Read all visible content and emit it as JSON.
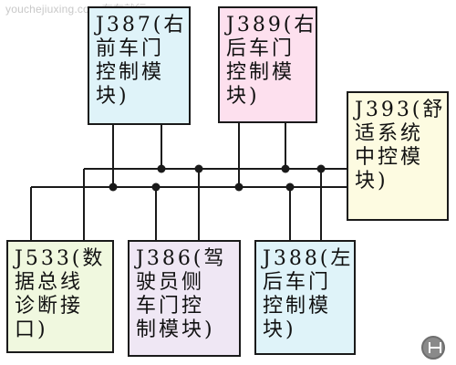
{
  "watermark": "youchejiuxing.com 有车就行",
  "modules": {
    "j387": {
      "text": "J387(右\n前车门\n控制模\n块)",
      "fill": "#dff3f9"
    },
    "j389": {
      "text": "J389(右\n后车门\n控制模\n块)",
      "fill": "#fde0ee"
    },
    "j393": {
      "text": "J393(舒\n适系统\n中控模\n块)",
      "fill": "#fdfbe1"
    },
    "j533": {
      "text": "J533(数\n据总线\n诊断接\n口)",
      "fill": "#f0f8df"
    },
    "j386": {
      "text": "J386(驾\n驶员侧\n车门控\n制模块)",
      "fill": "#efe7f4"
    },
    "j388": {
      "text": "J388(左\n后车门\n控制模\n块)",
      "fill": "#dff3f9"
    }
  },
  "logo_icon": "gear-shift-icon"
}
